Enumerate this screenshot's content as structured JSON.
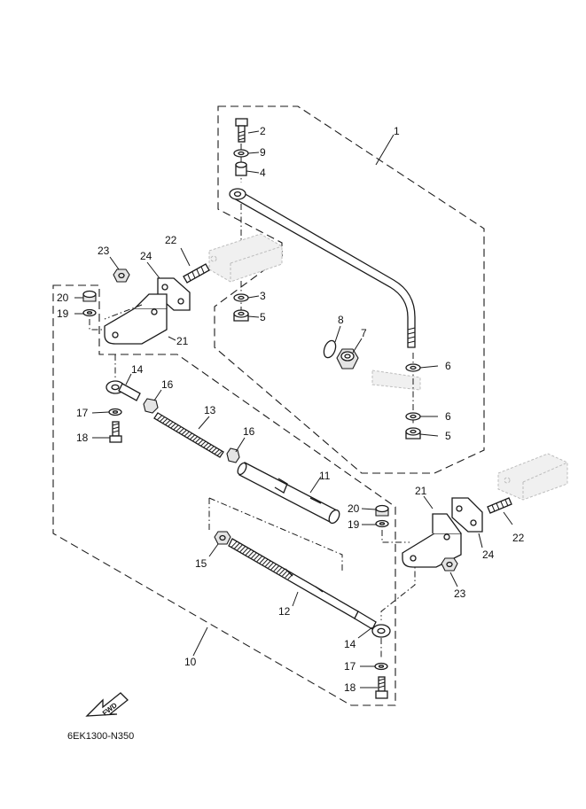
{
  "diagram_code": "6EK1300-N350",
  "fwd_label": "FWD",
  "callouts": [
    {
      "id": "c1",
      "text": "1"
    },
    {
      "id": "c2",
      "text": "2"
    },
    {
      "id": "c9",
      "text": "9"
    },
    {
      "id": "c4",
      "text": "4"
    },
    {
      "id": "c3",
      "text": "3"
    },
    {
      "id": "c5a",
      "text": "5"
    },
    {
      "id": "c8",
      "text": "8"
    },
    {
      "id": "c7",
      "text": "7"
    },
    {
      "id": "c6a",
      "text": "6"
    },
    {
      "id": "c6b",
      "text": "6"
    },
    {
      "id": "c5b",
      "text": "5"
    },
    {
      "id": "c23a",
      "text": "23"
    },
    {
      "id": "c22a",
      "text": "22"
    },
    {
      "id": "c24a",
      "text": "24"
    },
    {
      "id": "c20a",
      "text": "20"
    },
    {
      "id": "c19a",
      "text": "19"
    },
    {
      "id": "c21a",
      "text": "21"
    },
    {
      "id": "c14a",
      "text": "14"
    },
    {
      "id": "c16a",
      "text": "16"
    },
    {
      "id": "c13",
      "text": "13"
    },
    {
      "id": "c17a",
      "text": "17"
    },
    {
      "id": "c18a",
      "text": "18"
    },
    {
      "id": "c16b",
      "text": "16"
    },
    {
      "id": "c11",
      "text": "11"
    },
    {
      "id": "c20b",
      "text": "20"
    },
    {
      "id": "c19b",
      "text": "19"
    },
    {
      "id": "c21b",
      "text": "21"
    },
    {
      "id": "c22b",
      "text": "22"
    },
    {
      "id": "c24b",
      "text": "24"
    },
    {
      "id": "c23b",
      "text": "23"
    },
    {
      "id": "c15",
      "text": "15"
    },
    {
      "id": "c12",
      "text": "12"
    },
    {
      "id": "c14b",
      "text": "14"
    },
    {
      "id": "c10",
      "text": "10"
    },
    {
      "id": "c17b",
      "text": "17"
    },
    {
      "id": "c18b",
      "text": "18"
    }
  ]
}
